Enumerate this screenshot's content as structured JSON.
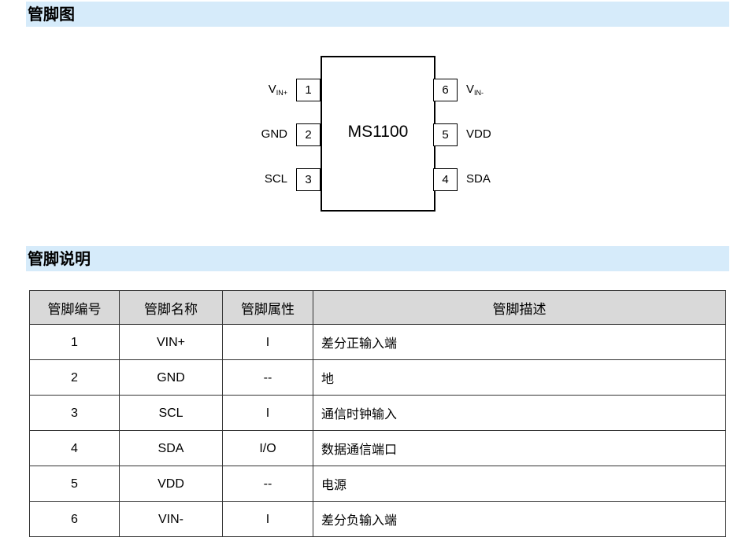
{
  "sections": {
    "pinout_title": "管脚图",
    "description_title": "管脚说明"
  },
  "chip": {
    "name": "MS1100",
    "left_pins": [
      {
        "number": "1",
        "name_main": "V",
        "name_sub": "IN+"
      },
      {
        "number": "2",
        "name_main": "GND",
        "name_sub": ""
      },
      {
        "number": "3",
        "name_main": "SCL",
        "name_sub": ""
      }
    ],
    "right_pins": [
      {
        "number": "6",
        "name_main": "V",
        "name_sub": "IN-"
      },
      {
        "number": "5",
        "name_main": "VDD",
        "name_sub": ""
      },
      {
        "number": "4",
        "name_main": "SDA",
        "name_sub": ""
      }
    ]
  },
  "table": {
    "headers": [
      "管脚编号",
      "管脚名称",
      "管脚属性",
      "管脚描述"
    ],
    "rows": [
      [
        "1",
        "VIN+",
        "I",
        "差分正输入端"
      ],
      [
        "2",
        "GND",
        "--",
        "地"
      ],
      [
        "3",
        "SCL",
        "I",
        "通信时钟输入"
      ],
      [
        "4",
        "SDA",
        "I/O",
        "数据通信端口"
      ],
      [
        "5",
        "VDD",
        "--",
        "电源"
      ],
      [
        "6",
        "VIN-",
        "I",
        "差分负输入端"
      ]
    ]
  }
}
